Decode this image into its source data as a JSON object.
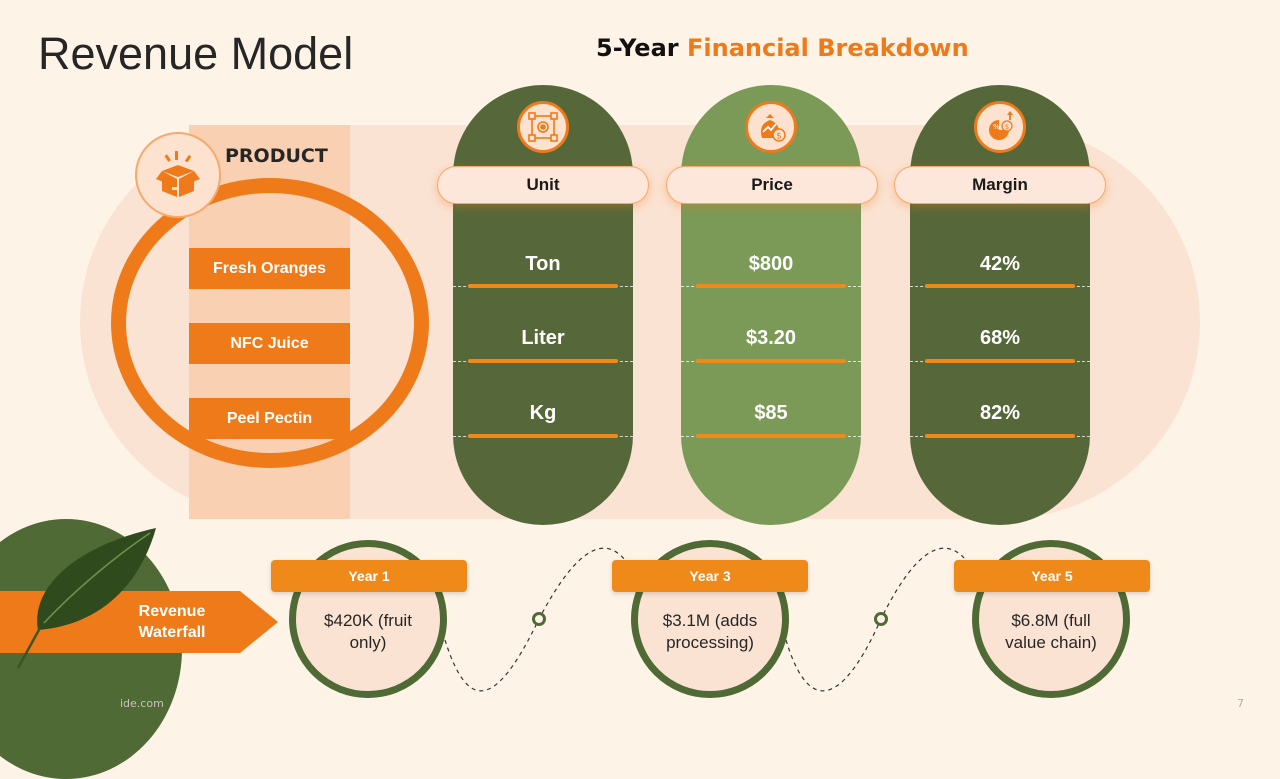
{
  "title": "Revenue Model",
  "subtitle": {
    "prefix": "5-Year",
    "accent": "Financial Breakdown"
  },
  "product": {
    "label": "PRODUCT",
    "items": [
      "Fresh Oranges",
      "NFC Juice",
      "Peel Pectin"
    ]
  },
  "columns": [
    {
      "header": "Unit",
      "icon": "workflow-icon",
      "values": [
        "Ton",
        "Liter",
        "Kg"
      ]
    },
    {
      "header": "Price",
      "icon": "money-bag-icon",
      "values": [
        "$800",
        "$3.20",
        "$85"
      ]
    },
    {
      "header": "Margin",
      "icon": "growth-chart-icon",
      "values": [
        "42%",
        "68%",
        "82%"
      ]
    }
  ],
  "waterfall": {
    "label": "Revenue Waterfall",
    "steps": [
      {
        "tag": "Year 1",
        "text": "$420K (fruit only)"
      },
      {
        "tag": "Year 3",
        "text": "$3.1M (adds processing)"
      },
      {
        "tag": "Year 5",
        "text": "$6.8M (full value chain)"
      }
    ]
  },
  "footer": {
    "site": "ide.com",
    "page": "7"
  },
  "colors": {
    "orange": "#ef7a1a",
    "dark_green": "#56683a",
    "light_green": "#7b9a57",
    "peach": "#fbe3d3"
  }
}
